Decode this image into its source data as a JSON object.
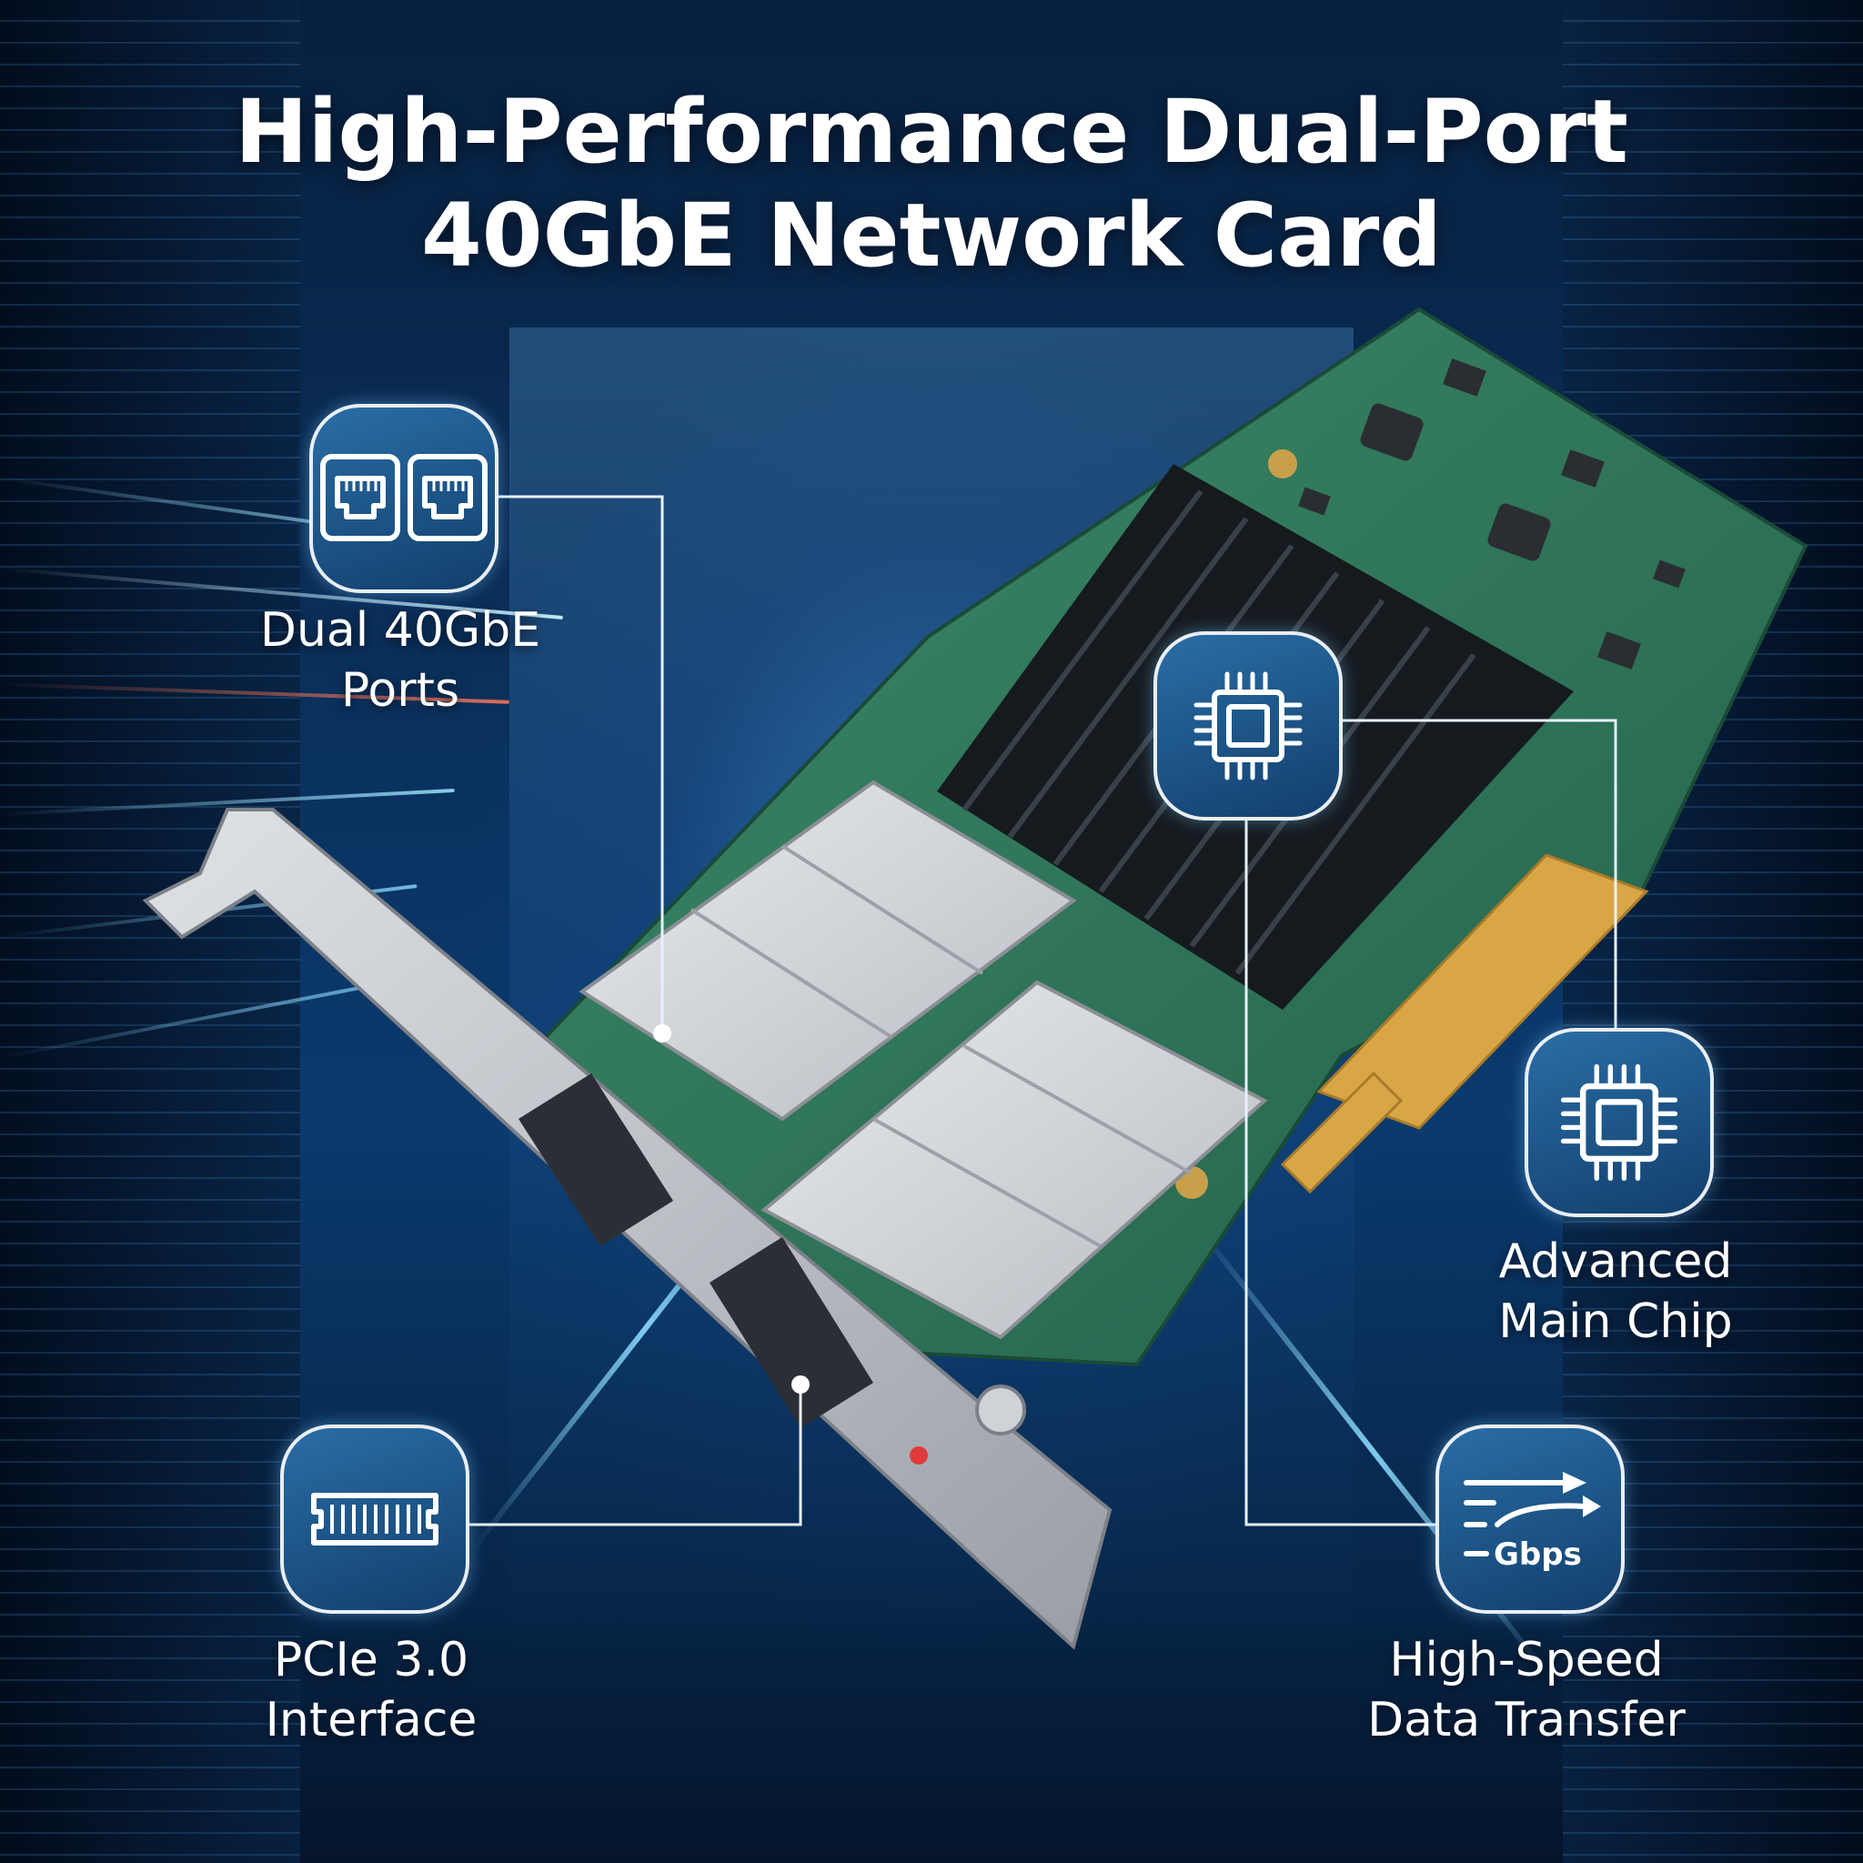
{
  "title": {
    "line1": "High-Performance Dual-Port",
    "line2": "40GbE Network Card"
  },
  "features": {
    "ports": {
      "label_line1": "Dual 40GbE",
      "label_line2": "Ports",
      "icon": "dual-ethernet-port-icon"
    },
    "chip": {
      "label_line1": "Advanced",
      "label_line2": "Main Chip",
      "icon": "processor-chip-icon"
    },
    "pcie": {
      "label_line1": "PCIe 3.0",
      "label_line2": "Interface",
      "icon": "pcie-slot-icon"
    },
    "speed": {
      "label_line1": "High-Speed",
      "label_line2": "Data Transfer",
      "icon": "speed-arrows-icon",
      "icon_text": "Gbps"
    }
  },
  "colors": {
    "badge_fill": "#1d5688",
    "leader_line": "#e8f1ff",
    "pcb_green": "#2f7a5c",
    "heatsink": "#151a1f",
    "gold_contacts": "#d9a646",
    "bracket_metal": "#b9bcc2"
  }
}
